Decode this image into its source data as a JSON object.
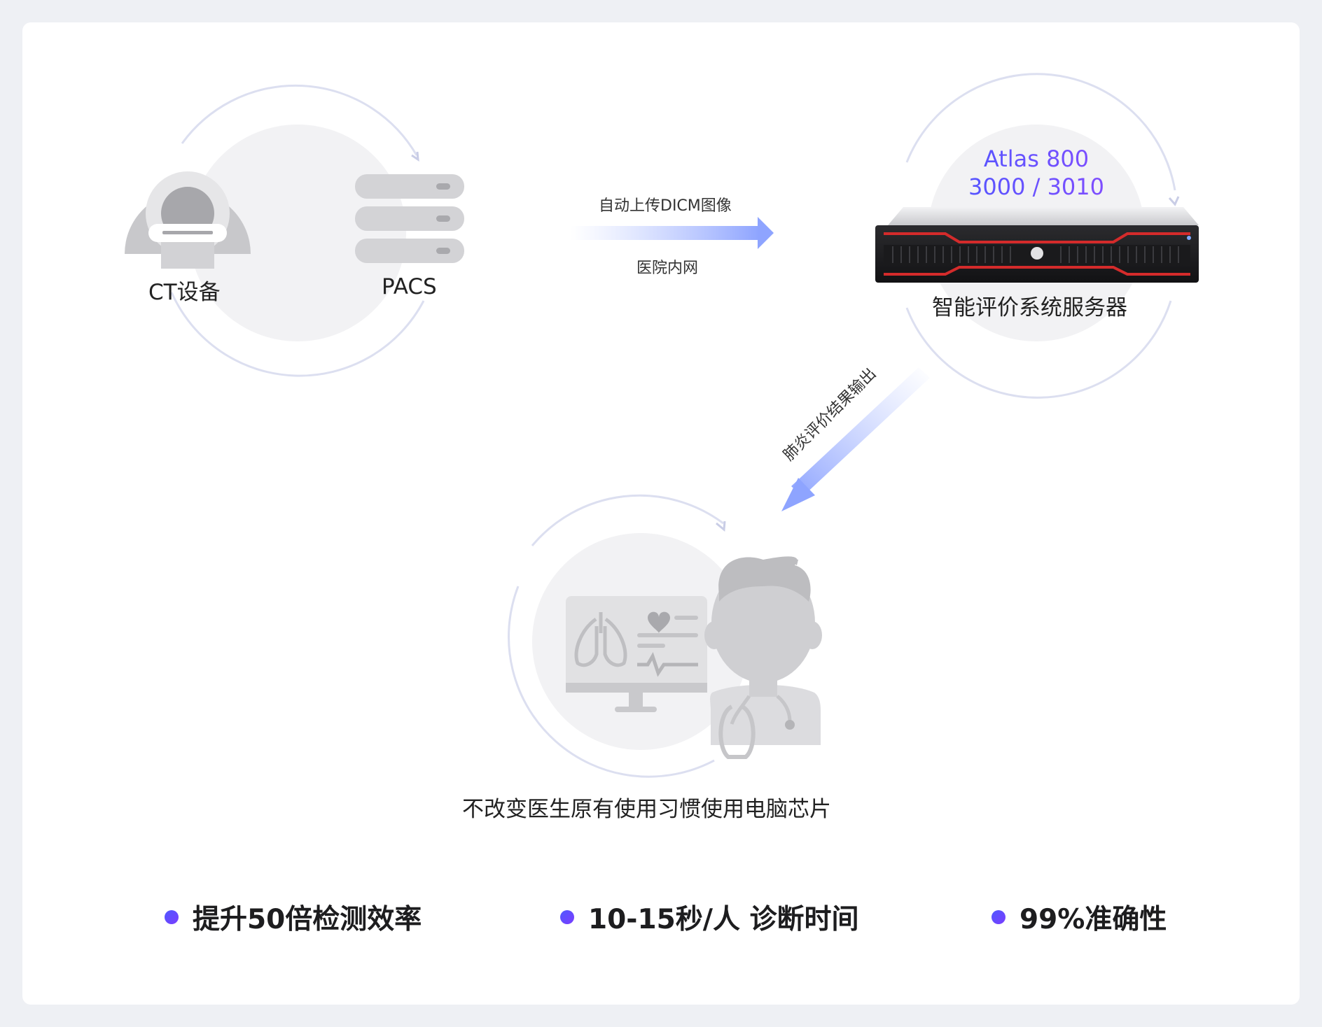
{
  "nodes": {
    "ct": {
      "label": "CT设备"
    },
    "pacs": {
      "label": "PACS"
    },
    "server": {
      "model_line1": "Atlas 800",
      "model_line2": "3000 / 3010",
      "label": "智能评价系统服务器"
    },
    "doctor": {
      "label": "不改变医生原有使用习惯使用电脑芯片"
    }
  },
  "edges": {
    "upload": {
      "top_label": "自动上传DICM图像",
      "bottom_label": "医院内网"
    },
    "output": {
      "label": "肺炎评价结果输出"
    }
  },
  "metrics": [
    {
      "text": "提升50倍检测效率"
    },
    {
      "text": "10-15秒/人 诊断时间"
    },
    {
      "text": "99%准确性"
    }
  ],
  "colors": {
    "accent": "#4f58ff",
    "accent2": "#7b3dff",
    "ring": "#dcdff0",
    "icon_gray": "#c6c6c9",
    "server_red": "#d42b2b"
  }
}
